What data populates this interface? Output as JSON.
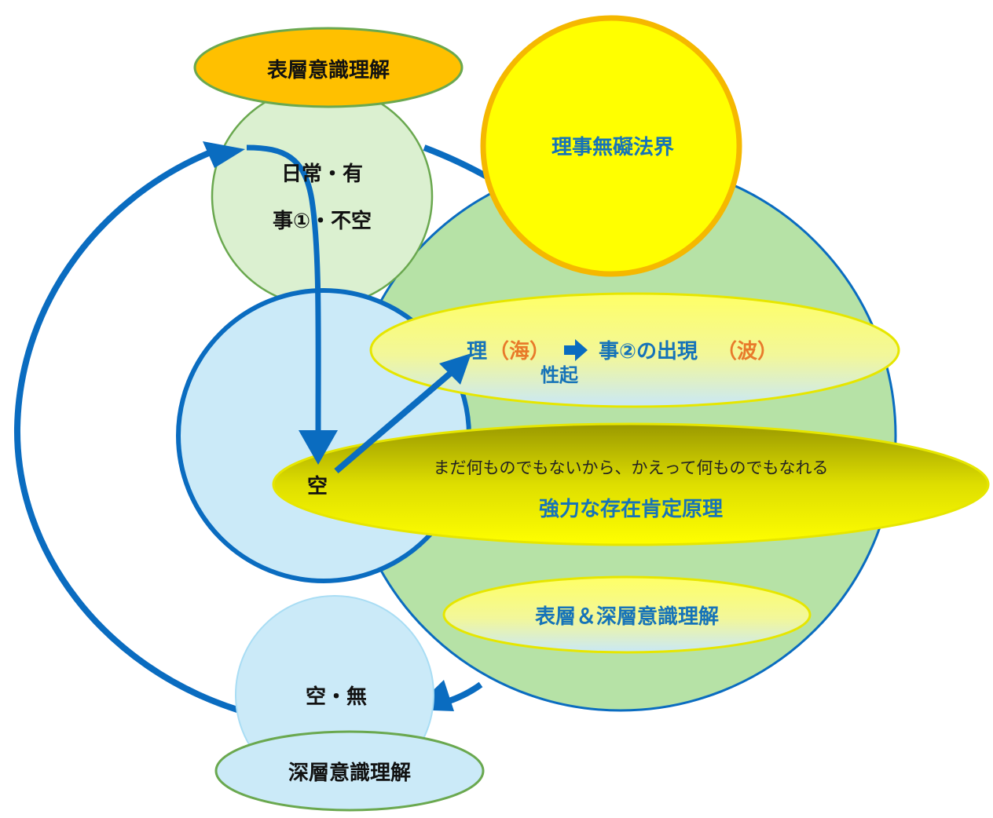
{
  "labels": {
    "surface_understanding": "表層意識理解",
    "daily_existence": "日常・有",
    "thing_not_empty": "事①・不空",
    "realm": "理事無礙法界",
    "ri": "理",
    "sea": "（海）",
    "appearance": "事②の出現",
    "wave": "（波）",
    "arising": "性起",
    "emptiness": "空",
    "not_yet_anything": "まだ何ものでもないから、かえって何ものでもなれる",
    "affirmation_principle": "強力な存在肯定原理",
    "surface_deep_understanding": "表層＆深層意識理解",
    "empty_nothing": "空・無",
    "deep_understanding": "深層意識理解"
  },
  "colors": {
    "blue_arrow": "#0a6cc0",
    "orange_text": "#e87a2a",
    "blue_text": "#1673b8",
    "big_green": "#b6e2a6",
    "light_green": "#dbf0d0",
    "light_blue": "#cbeaf8",
    "yellow": "#ffff00",
    "orange_fill": "#ffc000"
  }
}
